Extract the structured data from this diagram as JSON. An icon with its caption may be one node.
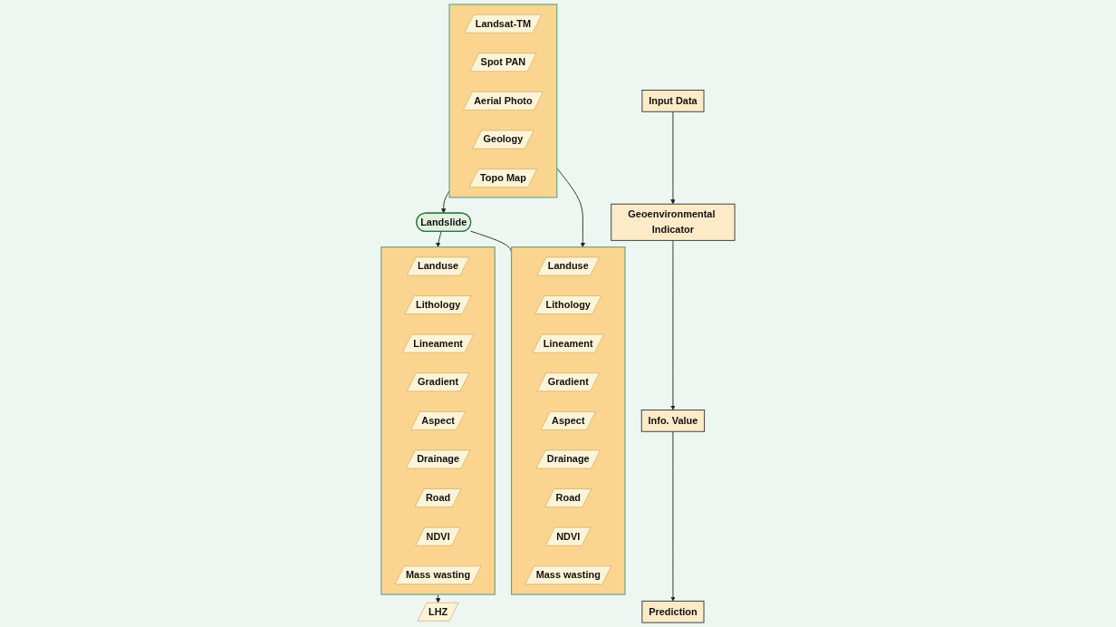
{
  "diagram": {
    "nodes": [
      {
        "text": [
          "Input Data"
        ]
      },
      {
        "text": [
          "Geoenvironmental Indicator"
        ]
      },
      {
        "text": [
          "Info. Value"
        ]
      },
      {
        "text": [
          "Prediction"
        ]
      },
      {
        "text": [
          "Landslide"
        ]
      },
      {
        "text": [],
        "shape": "bar"
      },
      {
        "text": [
          "Landsat-TM"
        ],
        "in": 5
      },
      {
        "text": [
          "Spot PAN"
        ],
        "in": 5
      },
      {
        "text": [
          "Aerial Photo"
        ],
        "in": 5
      },
      {
        "text": [
          "Geology"
        ],
        "in": 5
      },
      {
        "text": [
          "Topo Map"
        ],
        "in": 5
      },
      {
        "text": [],
        "shape": "bar"
      },
      {
        "text": [
          "Landuse"
        ],
        "in": 11
      },
      {
        "text": [
          "Lithology"
        ],
        "in": 11
      },
      {
        "text": [
          "Lineament"
        ],
        "in": 11
      },
      {
        "text": [
          "Gradient"
        ],
        "in": 11
      },
      {
        "text": [
          "Aspect"
        ],
        "in": 11
      },
      {
        "text": [
          "Drainage"
        ],
        "in": 11
      },
      {
        "text": [
          "Road"
        ],
        "in": 11
      },
      {
        "text": [
          "NDVI"
        ],
        "in": 11
      },
      {
        "text": [
          "Mass wasting"
        ],
        "in": 11
      },
      {
        "text": [],
        "shape": "bar"
      },
      {
        "text": [
          "Landuse"
        ],
        "in": 21
      },
      {
        "text": [
          "Lithology"
        ],
        "in": 21
      },
      {
        "text": [
          "Lineament"
        ],
        "in": 21
      },
      {
        "text": [
          "Gradient"
        ],
        "in": 21
      },
      {
        "text": [
          "Aspect"
        ],
        "in": 21
      },
      {
        "text": [
          "Drainage"
        ],
        "in": 21
      },
      {
        "text": [
          "Road"
        ],
        "in": 21
      },
      {
        "text": [
          "NDVI"
        ],
        "in": 21
      },
      {
        "text": [
          "Mass wasting"
        ],
        "in": 21
      },
      {
        "text": [
          "LHZ"
        ]
      }
    ],
    "edges": [
      {
        "from": 0,
        "to": 1,
        "arrow": "to"
      },
      {
        "from": 1,
        "to": 2,
        "arrow": "to"
      },
      {
        "from": 2,
        "to": 3,
        "arrow": "to"
      },
      {
        "from": 5,
        "to": 4,
        "arrow": "to"
      },
      {
        "from": 5,
        "to": 11,
        "arrow": "to"
      },
      {
        "from": 4,
        "to": 11,
        "arrow": "none"
      },
      {
        "from": 4,
        "to": 21,
        "arrow": "to"
      },
      {
        "from": 21,
        "to": 31,
        "arrow": "to"
      }
    ]
  }
}
